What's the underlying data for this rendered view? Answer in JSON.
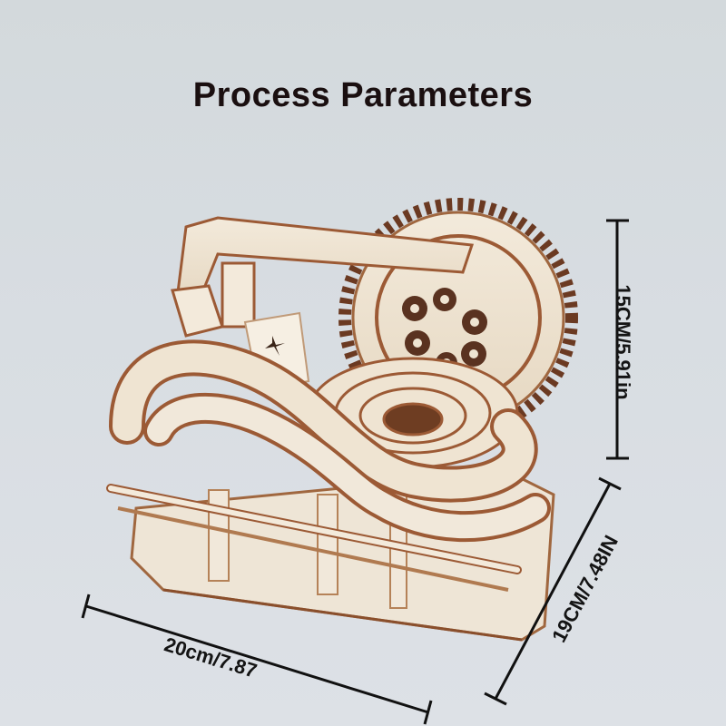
{
  "title": "Process Parameters",
  "product": {
    "description": "Wooden 3D marble-run puzzle with large gear wheel, spiral funnel and S-shaped tracks",
    "colors": {
      "wood_face": "#efe4d2",
      "wood_edge": "#9c5a35",
      "wood_shadow": "#6e3d22",
      "background": "#d8dde2"
    }
  },
  "dimensions": {
    "height": "15CM/5.91in",
    "depth": "19CM/7.48IN",
    "width": "20cm/7.87"
  },
  "dimension_line_color": "#111111"
}
